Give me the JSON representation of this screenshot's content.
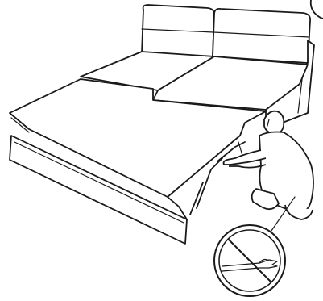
{
  "illustration": {
    "subject": "sofa-bed-assembly",
    "icons": [
      "sofa-bed",
      "person-kneeling",
      "prohibition-hand-icon",
      "corner-callout"
    ],
    "colors": {
      "line": "#1a1a1a",
      "background": "#ffffff"
    }
  }
}
